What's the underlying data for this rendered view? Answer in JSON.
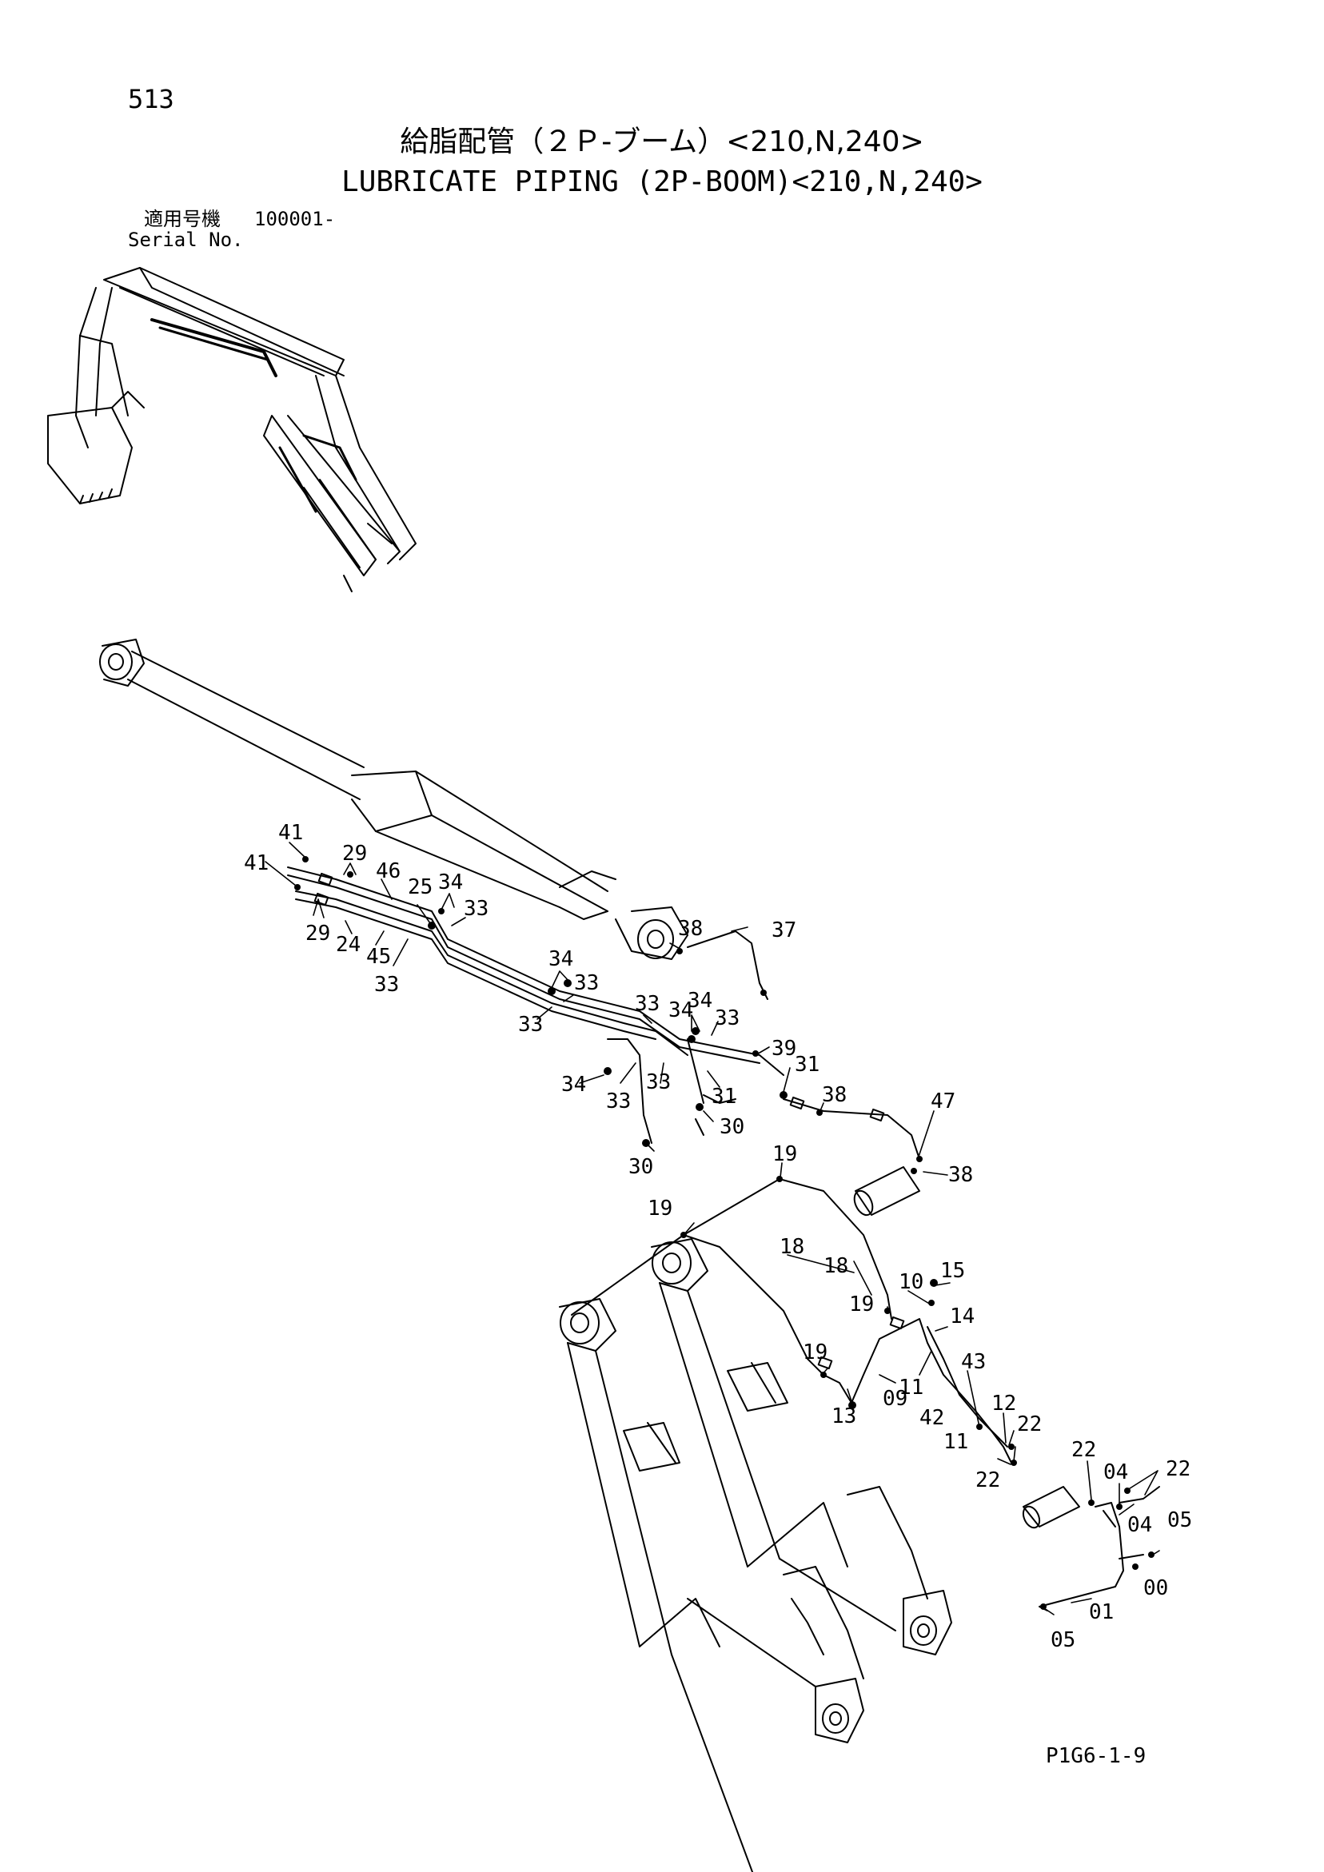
{
  "header": {
    "page_number": "513",
    "title_ja": "給脂配管（２Ｐ-ブーム）<210,N,240>",
    "title_en": "LUBRICATE PIPING (2P-BOOM)<210,N,240>",
    "serial_label_ja": "適用号機",
    "serial_value": "100001-",
    "serial_label_en": "Serial No."
  },
  "footer": {
    "code": "P1G6-1-9"
  },
  "icons": {
    "overview": "excavator-icon",
    "diagram": "lubricate-piping-icon"
  },
  "callouts": [
    {
      "id": "c-41a",
      "label": "41"
    },
    {
      "id": "c-29a",
      "label": "29"
    },
    {
      "id": "c-46",
      "label": "46"
    },
    {
      "id": "c-25",
      "label": "25"
    },
    {
      "id": "c-34a",
      "label": "34"
    },
    {
      "id": "c-33a",
      "label": "33"
    },
    {
      "id": "c-41b",
      "label": "41"
    },
    {
      "id": "c-29b",
      "label": "29"
    },
    {
      "id": "c-24",
      "label": "24"
    },
    {
      "id": "c-45",
      "label": "45"
    },
    {
      "id": "c-33b",
      "label": "33"
    },
    {
      "id": "c-38a",
      "label": "38"
    },
    {
      "id": "c-37",
      "label": "37"
    },
    {
      "id": "c-34b",
      "label": "34"
    },
    {
      "id": "c-33c",
      "label": "33"
    },
    {
      "id": "c-33d",
      "label": "33"
    },
    {
      "id": "c-33e",
      "label": "33"
    },
    {
      "id": "c-34c",
      "label": "34"
    },
    {
      "id": "c-34d",
      "label": "34"
    },
    {
      "id": "c-33f",
      "label": "33"
    },
    {
      "id": "c-39",
      "label": "39"
    },
    {
      "id": "c-34e",
      "label": "34"
    },
    {
      "id": "c-33g",
      "label": "33"
    },
    {
      "id": "c-33h",
      "label": "33"
    },
    {
      "id": "c-31a",
      "label": "31"
    },
    {
      "id": "c-31b",
      "label": "31"
    },
    {
      "id": "c-30a",
      "label": "30"
    },
    {
      "id": "c-38b",
      "label": "38"
    },
    {
      "id": "c-47",
      "label": "47"
    },
    {
      "id": "c-30b",
      "label": "30"
    },
    {
      "id": "c-19a",
      "label": "19"
    },
    {
      "id": "c-38c",
      "label": "38"
    },
    {
      "id": "c-19b",
      "label": "19"
    },
    {
      "id": "c-18a",
      "label": "18"
    },
    {
      "id": "c-18b",
      "label": "18"
    },
    {
      "id": "c-10",
      "label": "10"
    },
    {
      "id": "c-15",
      "label": "15"
    },
    {
      "id": "c-19c",
      "label": "19"
    },
    {
      "id": "c-14",
      "label": "14"
    },
    {
      "id": "c-19d",
      "label": "19"
    },
    {
      "id": "c-11a",
      "label": "11"
    },
    {
      "id": "c-43",
      "label": "43"
    },
    {
      "id": "c-09",
      "label": "09"
    },
    {
      "id": "c-13",
      "label": "13"
    },
    {
      "id": "c-12",
      "label": "12"
    },
    {
      "id": "c-42",
      "label": "42"
    },
    {
      "id": "c-22a",
      "label": "22"
    },
    {
      "id": "c-11b",
      "label": "11"
    },
    {
      "id": "c-22b",
      "label": "22"
    },
    {
      "id": "c-22c",
      "label": "22"
    },
    {
      "id": "c-22d",
      "label": "22"
    },
    {
      "id": "c-04a",
      "label": "04"
    },
    {
      "id": "c-04b",
      "label": "04"
    },
    {
      "id": "c-05a",
      "label": "05"
    },
    {
      "id": "c-00",
      "label": "00"
    },
    {
      "id": "c-01",
      "label": "01"
    },
    {
      "id": "c-05b",
      "label": "05"
    }
  ]
}
